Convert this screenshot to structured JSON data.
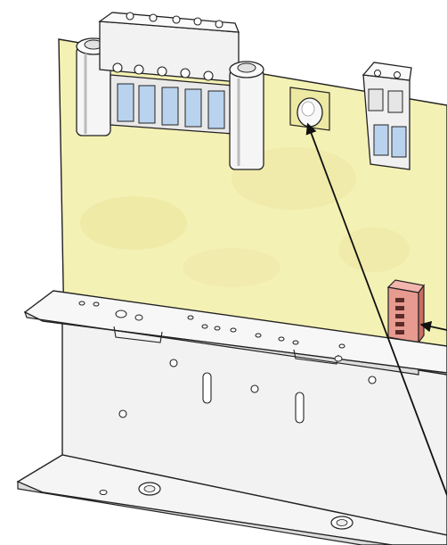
{
  "figure": {
    "kind": "isometric-line-drawing",
    "text_labels": [],
    "colors": {
      "board": "#f4f1b4",
      "board_shade": "#e9e39a",
      "metal": "#f2f2f2",
      "metal_shade": "#d9d9d9",
      "outline": "#1a1a1a",
      "connector_body": "#efefef",
      "terminal_window": "#b9d3ee",
      "dip_switch": "#e79a8f",
      "dip_switch_dark": "#c96e63",
      "callout_line": "#111111"
    },
    "parts": [
      {
        "id": "pcb",
        "icon": "circuit-board-icon"
      },
      {
        "id": "terminal-block-5-pin",
        "icon": "terminal-block-icon"
      },
      {
        "id": "terminal-block-2-pin",
        "icon": "terminal-block-icon"
      },
      {
        "id": "round-button",
        "icon": "push-button-icon"
      },
      {
        "id": "dip-switch",
        "icon": "dip-switch-icon"
      },
      {
        "id": "mounting-bracket",
        "icon": "bracket-icon"
      }
    ],
    "callouts": [
      {
        "target": "round-button",
        "label": ""
      },
      {
        "target": "dip-switch",
        "label": ""
      }
    ]
  }
}
